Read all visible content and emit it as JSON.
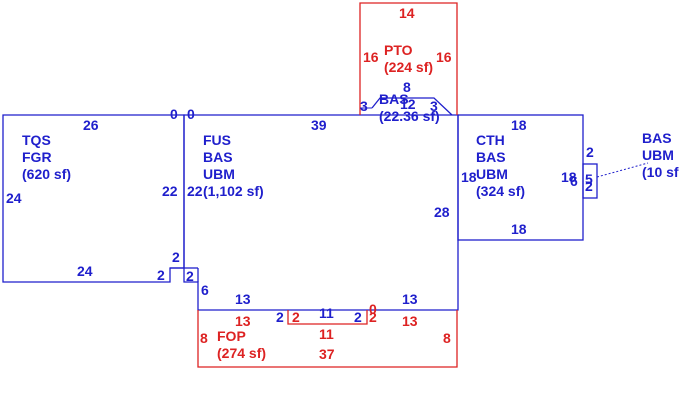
{
  "colors": {
    "structure": "#1f1fcc",
    "addition": "#dd2222"
  },
  "areas": {
    "tqs": {
      "line1": "TQS",
      "line2": "FGR",
      "line3": "(620 sf)"
    },
    "fus": {
      "line1": "FUS",
      "line2": "BAS",
      "line3": "UBM",
      "line4": "(1,102 sf)"
    },
    "cth": {
      "line1": "CTH",
      "line2": "BAS",
      "line3": "UBM",
      "line4": "(324 sf)"
    },
    "bas_small": {
      "line1": "BAS",
      "line2": "UBM",
      "line3": "(10 sf"
    },
    "pto": {
      "line1": "PTO",
      "line2": "(224 sf)"
    },
    "bas_bay": {
      "line1": "BAS",
      "line2": "(22.36 sf)"
    },
    "fop": {
      "line1": "FOP",
      "line2": "(274 sf)"
    }
  },
  "dimensions": {
    "tqs_top": "26",
    "tqs_left": "24",
    "tqs_right": "22",
    "tqs_bottom": "24",
    "tqs_notch_v": "2",
    "tqs_notch_h": "2",
    "fus_top_left_a": "0",
    "fus_top_left_b": "0",
    "fus_top": "39",
    "fus_left": "22",
    "fus_right": "28",
    "fus_notch_v": "2",
    "fus_lower_left": "6",
    "fus_bottom_left": "13",
    "fus_bottom_right": "13",
    "fus_bottom_mid": "11",
    "fus_bottom_step_left": "2",
    "fus_bottom_step_right": "2",
    "cth_top": "18",
    "cth_bottom": "18",
    "cth_left": "18",
    "cth_right": "18",
    "cth_right_ext": "2",
    "small_a": "6",
    "small_b": "5",
    "small_c": "2",
    "pto_top": "14",
    "pto_left": "16",
    "pto_right": "16",
    "bay_top": "8",
    "bay_mid": "12",
    "bay_left": "3",
    "bay_right": "3",
    "fop_top_left": "13",
    "fop_top_right": "13",
    "fop_mid_top": "11",
    "fop_step_left": "2",
    "fop_step_right": "2",
    "fop_zero": "0",
    "fop_left": "8",
    "fop_right": "8",
    "fop_mid_bottom": "11",
    "fop_bottom": "37"
  }
}
